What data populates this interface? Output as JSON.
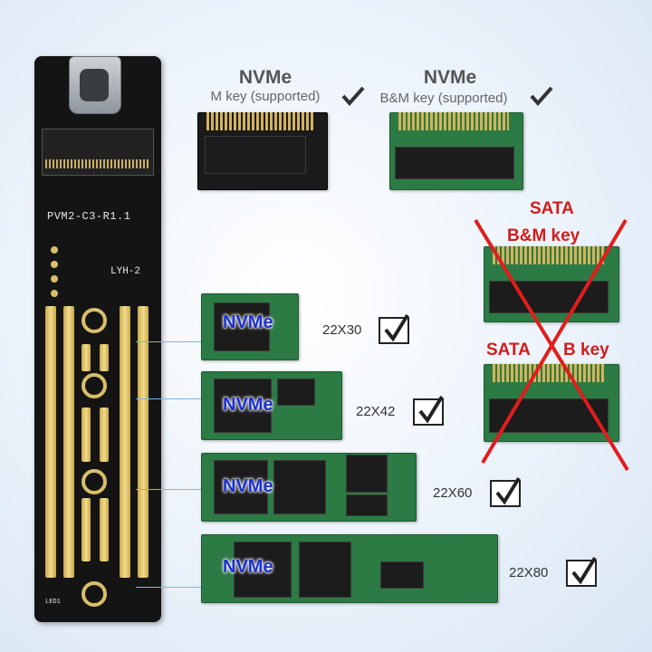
{
  "board": {
    "model": "PVM2-C3-R1.1",
    "tag": "LYH-2",
    "led_label": "LED1"
  },
  "supported_top": [
    {
      "title": "NVMe",
      "subtitle": "M key (supported)",
      "status_icon": "check-icon"
    },
    {
      "title": "NVMe",
      "subtitle": "B&M key (supported)",
      "status_icon": "check-icon"
    }
  ],
  "unsupported": [
    {
      "title": "SATA",
      "subtitle": "B&M key"
    },
    {
      "title": "SATA",
      "subtitle": "B key"
    }
  ],
  "cross_icon": "red-x-icon",
  "sizes": [
    {
      "card_label": "NVMe",
      "size": "22X30",
      "status_icon": "checkbox-checked-icon"
    },
    {
      "card_label": "NVMe",
      "size": "22X42",
      "status_icon": "checkbox-checked-icon"
    },
    {
      "card_label": "NVMe",
      "size": "22X60",
      "status_icon": "checkbox-checked-icon"
    },
    {
      "card_label": "NVMe",
      "size": "22X80",
      "status_icon": "checkbox-checked-icon"
    }
  ],
  "colors": {
    "nvme_label": "#1a2fd1",
    "sata_label": "#d21c1c",
    "pcb_green": "#2c7a44",
    "board_black": "#141414",
    "gold": "#d8bf69"
  }
}
